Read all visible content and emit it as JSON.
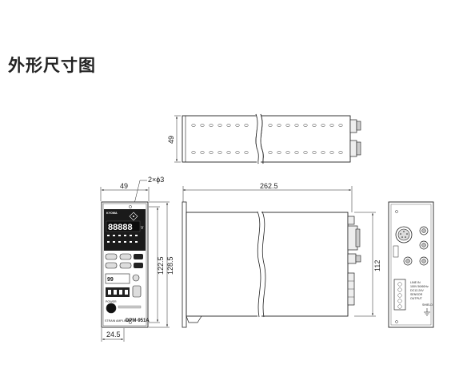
{
  "title": "外形尺寸图",
  "top_view": {
    "height_dim": "49"
  },
  "front_view": {
    "width_dim": "49",
    "hole_note": "2×ϕ3",
    "height_dim_a": "122.5",
    "height_dim_b": "128.5",
    "bottom_dim": "24.5",
    "brand": "KYOWA",
    "display_value": "88888",
    "unit_glyph": "V",
    "model_caption": "STRAIN AMPLIFIER",
    "model": "DPM-951A",
    "power_label": "POWER"
  },
  "side_view": {
    "length_dim": "262.5",
    "height_dim": "112"
  },
  "rear_view": {
    "rear_label_1": "LINE IN",
    "rear_label_2": "100V 50/60Hz",
    "rear_label_3": "DC12-24V",
    "rear_label_4": "SENSOR",
    "rear_label_5": "OUTPUT",
    "rear_label_6": "SHIELD"
  }
}
